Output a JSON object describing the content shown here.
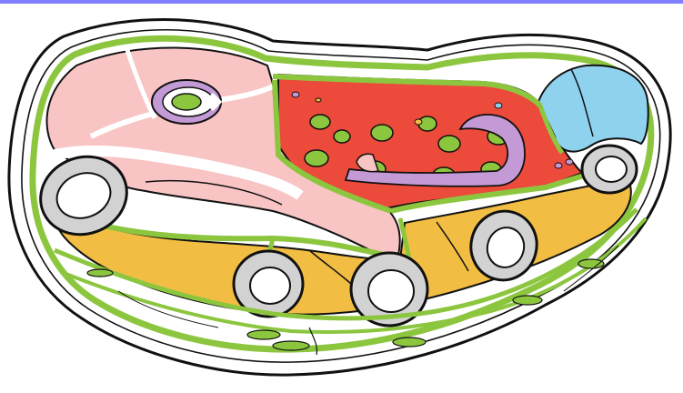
{
  "diagram": {
    "labels": [],
    "colors": {
      "outline": "#111111",
      "fascia_green": "#8cc63f",
      "muscle_pink": "#f8c4c4",
      "muscle_red": "#ec4a3a",
      "muscle_orange": "#f2bd43",
      "muscle_blue": "#8fd2ee",
      "bone_gray": "#d2d2d2",
      "vessel_purple": "#c49ad6",
      "frame_blue": "#7f7fff"
    },
    "parts": [
      "outer-skin",
      "subcutaneous-layer",
      "pink-muscle-region",
      "red-muscle-region",
      "blue-muscle-region",
      "orange-muscle-region",
      "bone-cross-sections",
      "neurovascular-bundle",
      "purple-vessels"
    ]
  }
}
